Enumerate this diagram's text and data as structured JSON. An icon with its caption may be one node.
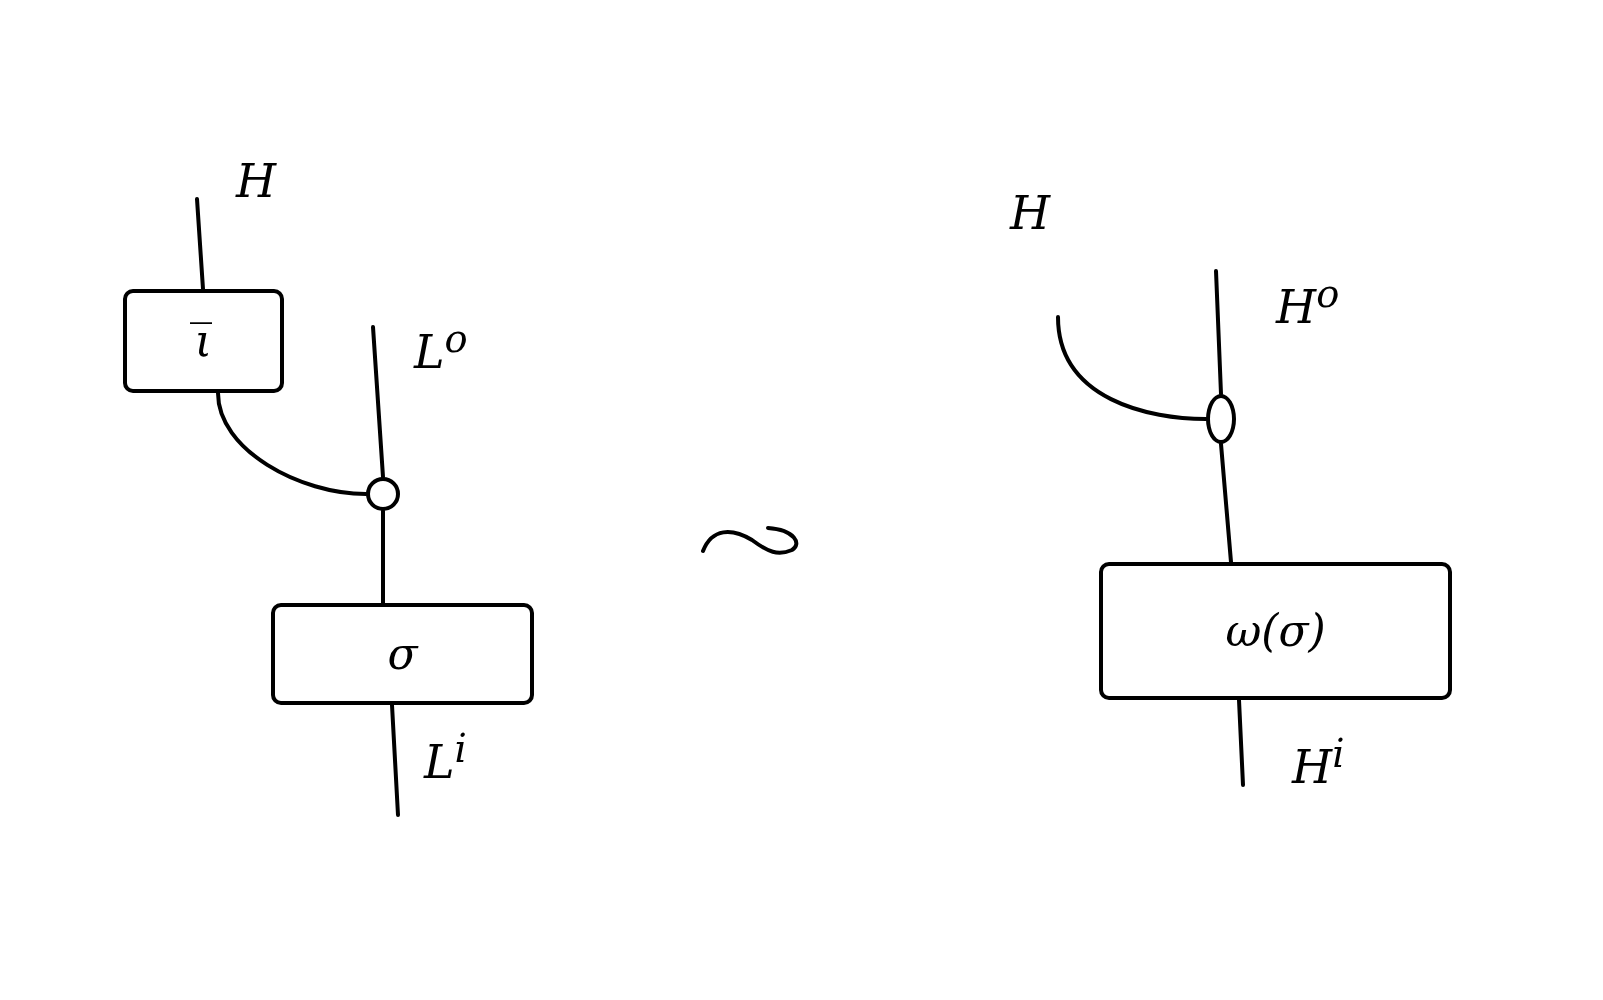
{
  "diagram": {
    "nodes": [
      {
        "text": [
          "ι̅"
        ]
      },
      {
        "text": [],
        "shape": "circle"
      },
      {
        "text": [
          "σ"
        ]
      },
      {
        "text": [],
        "shape": "circle"
      },
      {
        "text": [
          "ω(σ)"
        ]
      }
    ],
    "edges": [
      {
        "from": null,
        "to": 0,
        "arrow": "none"
      },
      {
        "from": 0,
        "to": 1,
        "arrow": "none"
      },
      {
        "from": null,
        "to": 1,
        "arrow": "none"
      },
      {
        "from": 1,
        "to": 2,
        "arrow": "none"
      },
      {
        "from": 2,
        "to": null,
        "arrow": "none"
      },
      {
        "from": null,
        "to": 3,
        "arrow": "none"
      },
      {
        "from": null,
        "to": 3,
        "arrow": "none"
      },
      {
        "from": 3,
        "to": 4,
        "arrow": "none"
      },
      {
        "from": 4,
        "to": null,
        "arrow": "none"
      }
    ],
    "labels": [
      "H",
      "L$^{o}$",
      "L$^{i}$",
      "H",
      "H$^{o}$",
      "H$^{i}$"
    ]
  }
}
